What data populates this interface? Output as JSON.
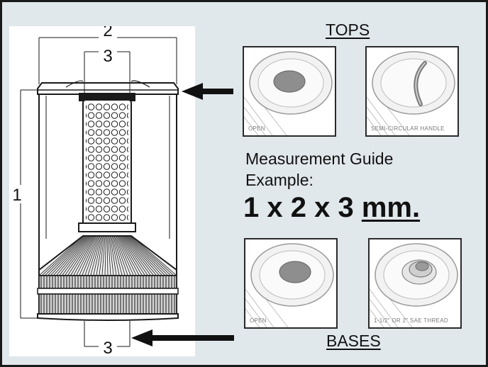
{
  "diagram": {
    "dim_labels": {
      "overall_length": "1",
      "outer_diameter": "2",
      "top_inner_diameter": "3",
      "base_inner_diameter": "3"
    },
    "colors": {
      "background": "#e1e8ec",
      "line": "#1a1a1a",
      "panel": "#ffffff"
    }
  },
  "tops": {
    "title": "TOPS",
    "items": [
      {
        "caption": "OPEN",
        "icon": "filter-top-open-icon"
      },
      {
        "caption": "SEMI-CIRCULAR HANDLE",
        "icon": "filter-top-semi-circular-handle-icon"
      }
    ]
  },
  "bases": {
    "title": "BASES",
    "items": [
      {
        "caption": "OPEN",
        "icon": "filter-base-open-icon"
      },
      {
        "caption": "1-1/2\" OR 2\" SAE THREAD",
        "icon": "filter-base-sae-thread-icon"
      }
    ]
  },
  "guide": {
    "line1": "Measurement Guide",
    "line2": "Example:",
    "example_dims": "1 x 2 x 3",
    "example_unit": "mm."
  }
}
